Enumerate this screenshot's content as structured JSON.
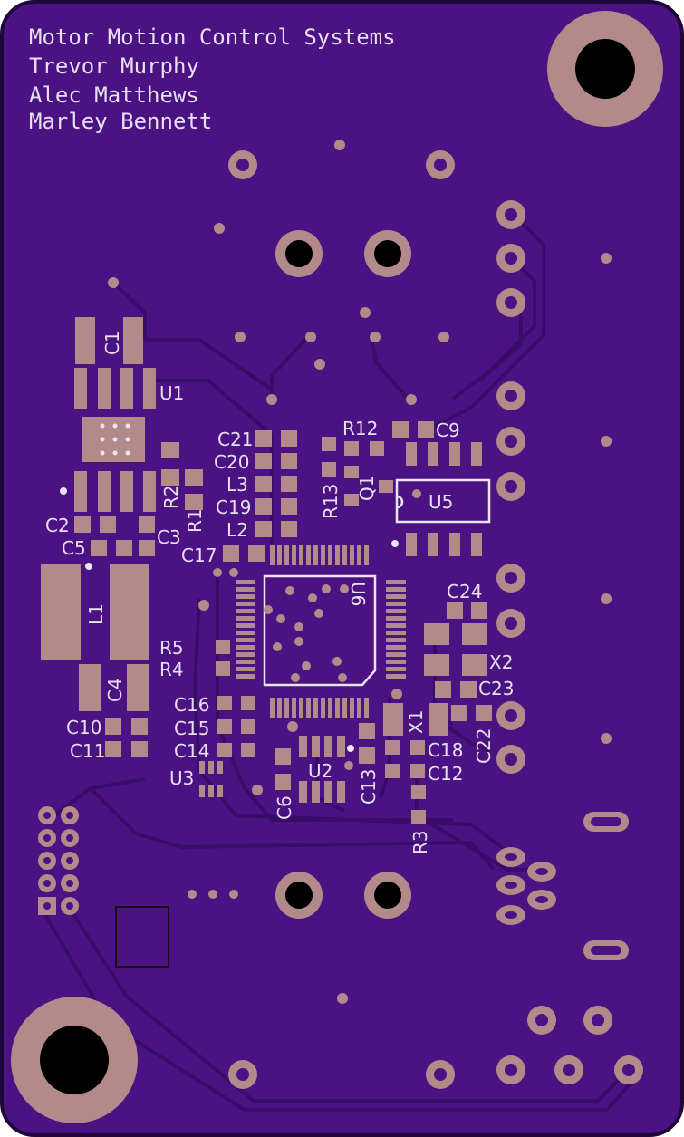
{
  "board": {
    "title_lines": [
      "Motor Motion Control Systems",
      "Trevor Murphy",
      "Alec Matthews",
      "Marley Bennett"
    ],
    "colors": {
      "board_fill": "#4a1282",
      "board_edge": "#2a0a4c",
      "copper": "#b38a8a",
      "silk": "#ece4f4",
      "trace": "#3a0c6a",
      "hole": "#000000"
    }
  },
  "labels": {
    "C1": "C1",
    "U1": "U1",
    "R2": "R2",
    "R1": "R1",
    "C2": "C2",
    "C3": "C3",
    "C5": "C5",
    "L1": "L1",
    "C21": "C21",
    "C20": "C20",
    "L3": "L3",
    "C19": "C19",
    "L2": "L2",
    "C17": "C17",
    "R12": "R12",
    "C9": "C9",
    "R13": "R13",
    "Q1": "Q1",
    "U5": "U5",
    "U6": "U6",
    "C24": "C24",
    "R5": "R5",
    "R4": "R4",
    "X2": "X2",
    "C23": "C23",
    "C4": "C4",
    "C16": "C16",
    "C15": "C15",
    "C14": "C14",
    "X1": "X1",
    "C22": "C22",
    "C10": "C10",
    "C11": "C11",
    "C18": "C18",
    "C12": "C12",
    "U2": "U2",
    "U3": "U3",
    "C6": "C6",
    "C13": "C13",
    "R3": "R3"
  }
}
